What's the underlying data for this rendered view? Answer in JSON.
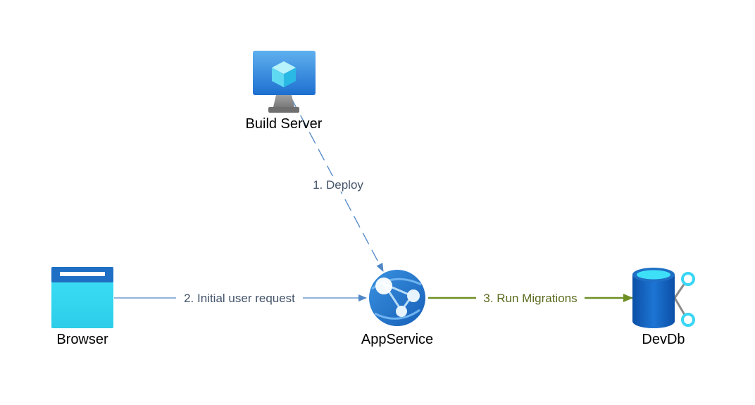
{
  "nodes": {
    "build_server": {
      "label": "Build Server",
      "icon": "vm-monitor-icon"
    },
    "browser": {
      "label": "Browser",
      "icon": "browser-window-icon"
    },
    "app_service": {
      "label": "AppService",
      "icon": "app-service-globe-icon"
    },
    "dev_db": {
      "label": "DevDb",
      "icon": "sql-database-icon"
    }
  },
  "edges": {
    "deploy": {
      "label": "1. Deploy",
      "style": "dashed",
      "from": "Build Server",
      "to": "AppService"
    },
    "user_request": {
      "label": "2. Initial user request",
      "style": "solid",
      "from": "Browser",
      "to": "AppService"
    },
    "run_migrations": {
      "label": "3. Run Migrations",
      "style": "solid",
      "from": "AppService",
      "to": "DevDb"
    }
  },
  "colors": {
    "deploy_edge": "#4f86c6",
    "request_edge": "#4f86c6",
    "request_label": "#44546a",
    "migrations_edge": "#6e8f24",
    "migrations_label": "#5b6b1f",
    "azure_blue": "#1f6fc5",
    "azure_light": "#3ad6f5"
  }
}
